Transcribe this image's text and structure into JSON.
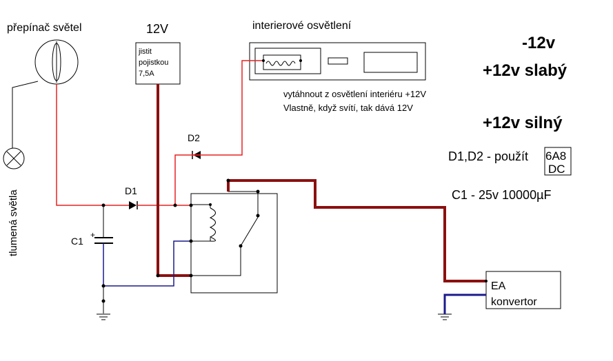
{
  "labels": {
    "switch_title": "přepínač světel",
    "supply_12v": "12V",
    "fuse_l1": "jistit",
    "fuse_l2": "pojistkou",
    "fuse_l3": "7,5A",
    "interior_title": "interierové osvětlení",
    "interior_note_1": "vytáhnout z osvětlení interiéru +12V",
    "interior_note_2": "Vlastně, když svítí, tak dává 12V",
    "dimmed_light": "tlumená světla",
    "d1": "D1",
    "d2": "D2",
    "c1": "C1",
    "c1_plus": "+",
    "converter_l1": "EA",
    "converter_l2": "konvertor"
  },
  "legend": {
    "minus_12v": "-12v",
    "plus_12v_weak": "+12v slabý",
    "plus_12v_strong": "+12v silný"
  },
  "notes": {
    "diodes_prefix": "D1,D2 - použít",
    "diode_type_l1": "6A8",
    "diode_type_l2": "DC",
    "capacitor": "C1 - 25v 10000µF"
  },
  "colors": {
    "minus_wire": "#1a1a8c",
    "weak_wire": "#e82020",
    "strong_wire": "#8b1010"
  }
}
